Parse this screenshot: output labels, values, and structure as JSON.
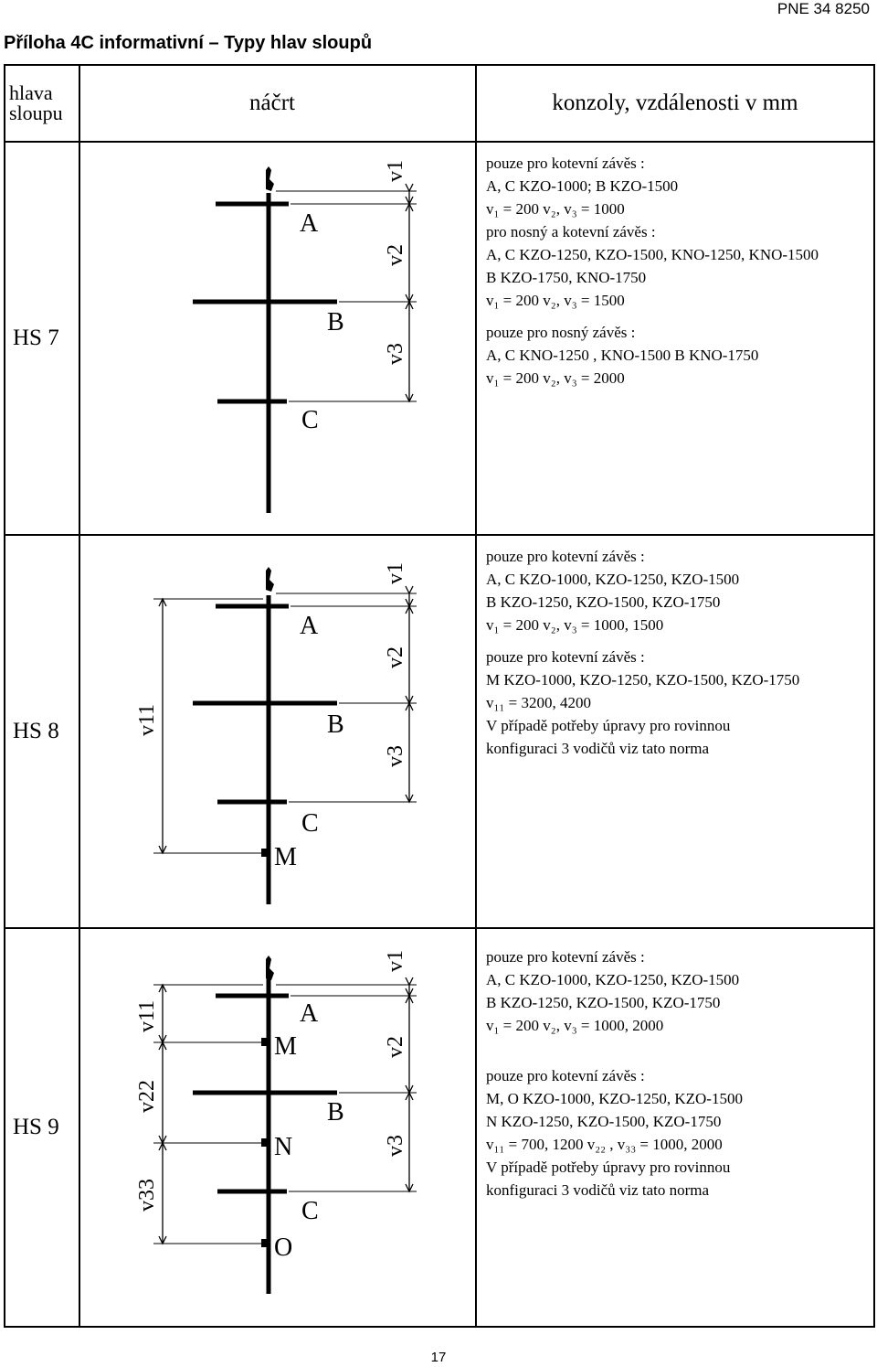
{
  "header": {
    "doc_code": "PNE 34 8250",
    "title": "Příloha 4C informativní – Typy hlav sloupů"
  },
  "table": {
    "col_head_line1": "hlava",
    "col_head_line2": "sloupu",
    "col_sketch": "náčrt",
    "col_consoles": "konzoly, vzdálenosti v mm"
  },
  "rows": [
    {
      "label": "HS 7",
      "sketch": {
        "arm_a": "A",
        "arm_b": "B",
        "arm_c": "C",
        "dim_1": "v1",
        "dim_2": "v2",
        "dim_3": "v3"
      },
      "lines": [
        "pouze pro kotevní závěs :",
        "A, C  KZO-1000; B KZO-1500",
        "v₁ = 200  v₂, v₃ = 1000",
        "pro nosný a kotevní závěs :",
        "A, C  KZO-1250, KZO-1500, KNO-1250, KNO-1500",
        "B KZO-1750, KNO-1750",
        "v₁ = 200  v₂, v₃ = 1500",
        "pouze pro nosný závěs :",
        "A, C KNO-1250 , KNO-1500    B KNO-1750",
        "v₁ = 200  v₂, v₃ = 2000"
      ]
    },
    {
      "label": "HS 8",
      "sketch": {
        "arm_a": "A",
        "arm_b": "B",
        "arm_c": "C",
        "point_m": "M",
        "dim_1": "v1",
        "dim_2": "v2",
        "dim_3": "v3",
        "dim_11": "v11"
      },
      "lines": [
        "pouze pro kotevní závěs :",
        "A, C  KZO-1000, KZO-1250, KZO-1500",
        "B  KZO-1250, KZO-1500, KZO-1750",
        "v₁ = 200  v₂, v₃ = 1000, 1500",
        "pouze pro kotevní závěs :",
        "M  KZO-1000, KZO-1250, KZO-1500, KZO-1750",
        "v₁₁ = 3200, 4200",
        "V případě potřeby úpravy pro rovinnou",
        "konfiguraci 3 vodičů viz tato norma"
      ]
    },
    {
      "label": "HS 9",
      "sketch": {
        "arm_a": "A",
        "arm_b": "B",
        "arm_c": "C",
        "point_m": "M",
        "point_n": "N",
        "point_o": "O",
        "dim_1": "v1",
        "dim_2": "v2",
        "dim_3": "v3",
        "dim_11": "v11",
        "dim_22": "v22",
        "dim_33": "v33"
      },
      "lines": [
        "pouze pro kotevní závěs :",
        "A, C  KZO-1000, KZO-1250, KZO-1500",
        "B  KZO-1250, KZO-1500, KZO-1750",
        "v₁ = 200  v₂, v₃ = 1000, 2000",
        "pouze pro kotevní závěs :",
        "M, O  KZO-1000, KZO-1250, KZO-1500",
        "N  KZO-1250, KZO-1500, KZO-1750",
        "v₁₁ = 700, 1200  v₂₂ , v₃₃ = 1000, 2000",
        "V případě potřeby úpravy pro rovinnou",
        "konfiguraci 3 vodičů viz tato norma"
      ]
    }
  ],
  "page_number": "17"
}
